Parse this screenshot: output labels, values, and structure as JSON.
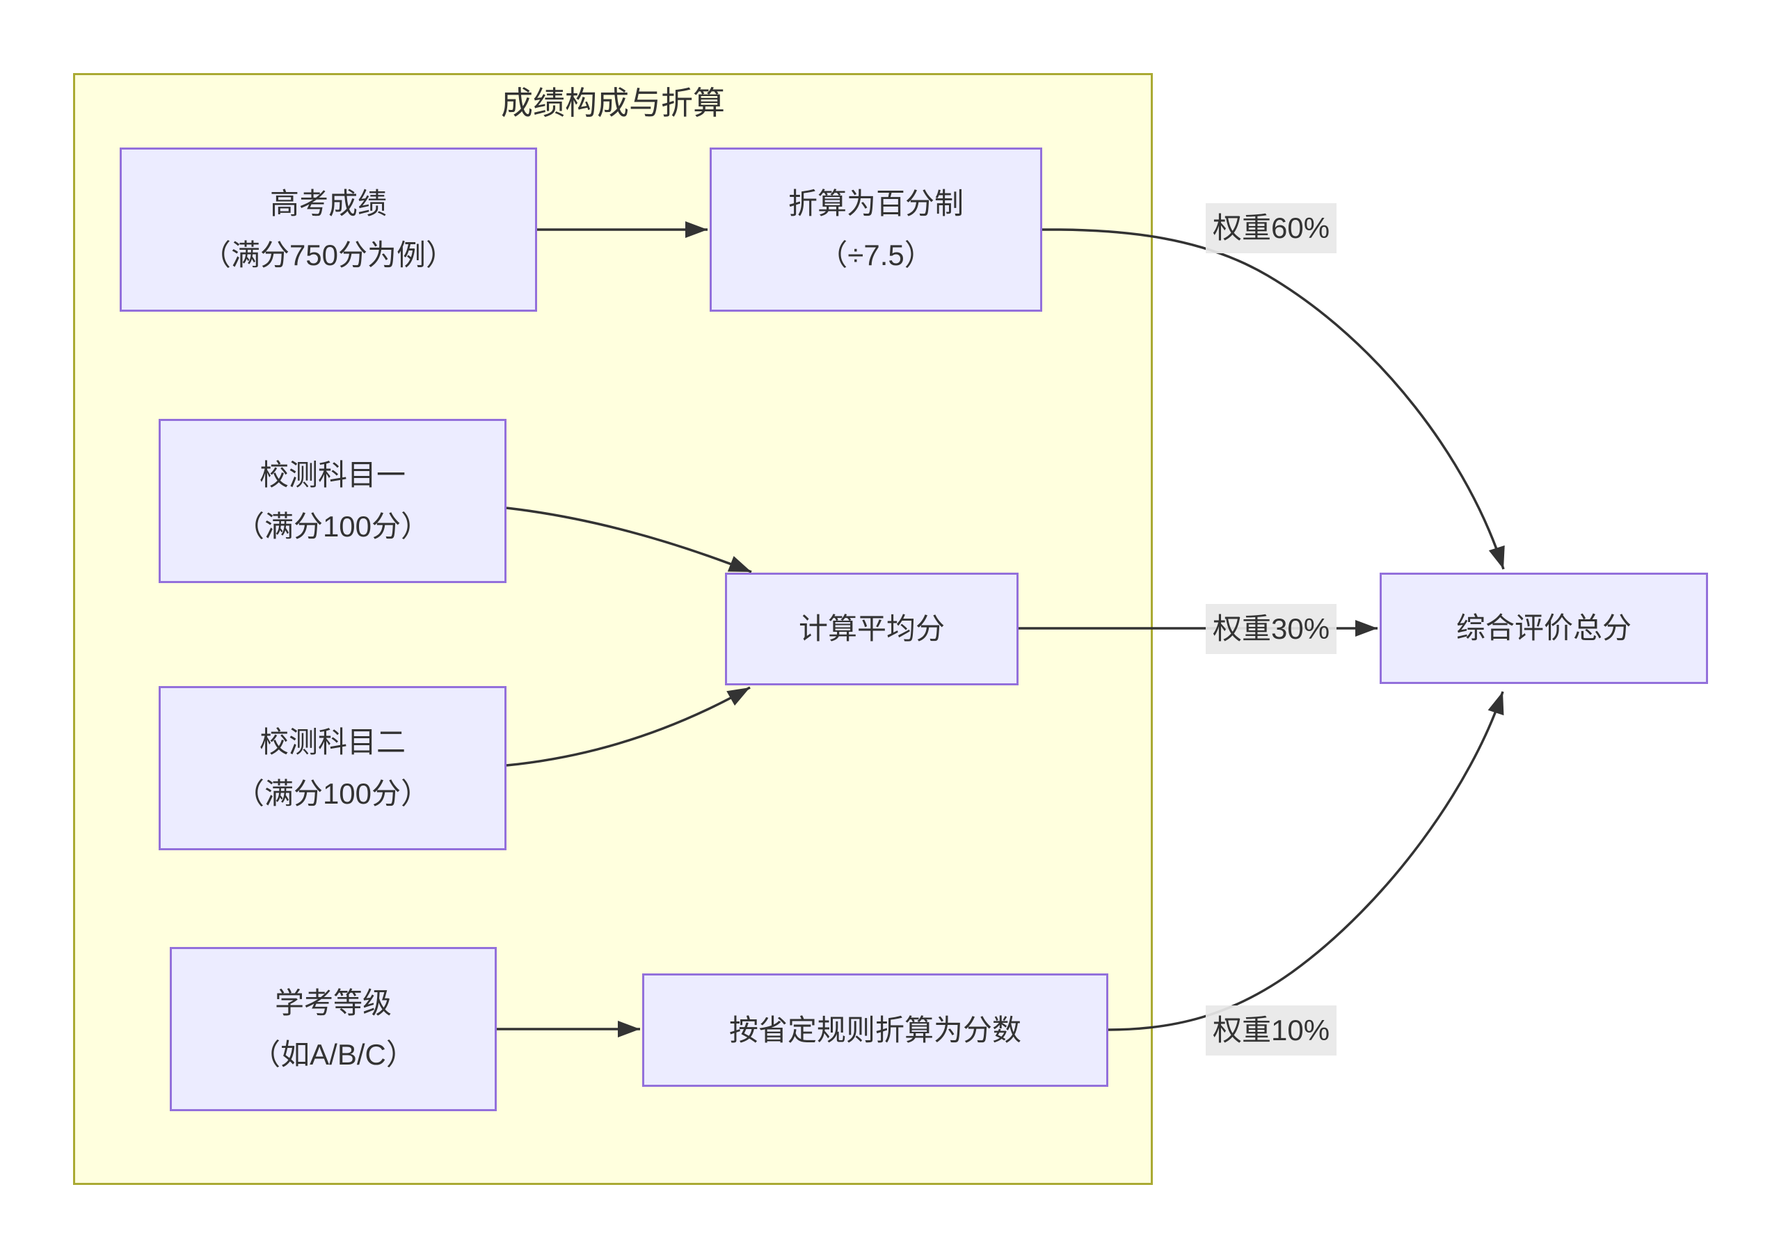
{
  "diagram": {
    "cluster_title": "成绩构成与折算",
    "nodes": {
      "gaokao_score": {
        "line1": "高考成绩",
        "line2": "（满分750分为例）"
      },
      "convert_percent": {
        "line1": "折算为百分制",
        "line2": "（÷7.5）"
      },
      "school_test_1": {
        "line1": "校测科目一",
        "line2": "（满分100分）"
      },
      "school_test_2": {
        "line1": "校测科目二",
        "line2": "（满分100分）"
      },
      "average": {
        "line1": "计算平均分"
      },
      "academic_grade": {
        "line1": "学考等级",
        "line2": "（如A/B/C）"
      },
      "provincial_rule": {
        "line1": "按省定规则折算为分数"
      },
      "total_score": {
        "line1": "综合评价总分"
      }
    },
    "edge_labels": {
      "weight60": "权重60%",
      "weight30": "权重30%",
      "weight10": "权重10%"
    },
    "colors": {
      "node_fill": "#ECECFF",
      "node_border": "#9370DB",
      "cluster_fill": "#FFFFDE",
      "cluster_border": "#AAAA33",
      "edge_color": "#333333",
      "label_bg": "#E8E8E8",
      "text_color": "#333333"
    }
  }
}
